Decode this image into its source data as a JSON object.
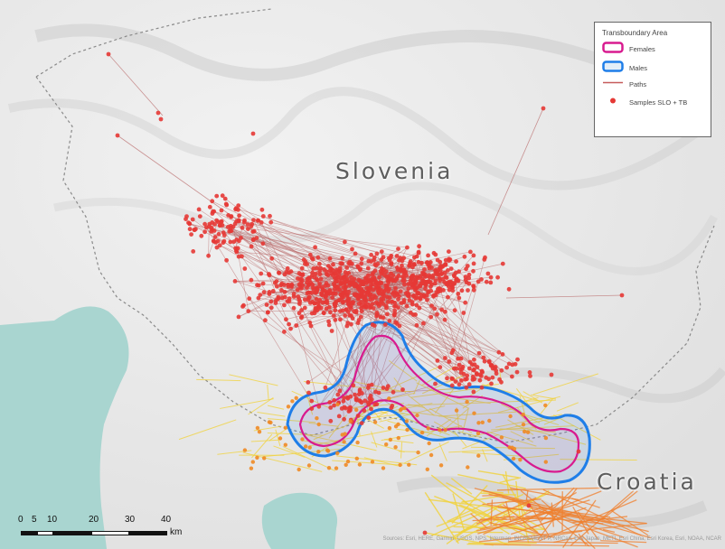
{
  "map": {
    "countries": {
      "slovenia": "Slovenia",
      "croatia": "Croatia"
    },
    "legend": {
      "title": "Transboundary Area",
      "items": [
        {
          "label": "Females",
          "symbol": "polygon",
          "color": "#d81b8f"
        },
        {
          "label": "Males",
          "symbol": "polygon",
          "color": "#1f7ee8"
        },
        {
          "label": "Paths",
          "symbol": "line",
          "color": "#c65b5b"
        },
        {
          "label": "Samples SLO + TB",
          "symbol": "point",
          "color": "#e53935"
        }
      ]
    },
    "scale": {
      "ticks": [
        "0",
        "5",
        "10",
        "20",
        "30",
        "40"
      ],
      "unit": "km"
    },
    "attribution": "Sources: Esri, HERE, Garmin, USGS, NPS, Intermap, INCREMENT P, NRCan, Esri Japan, METI, Esri China, Esri Korea, Esri, NOAA, NCAR",
    "colors": {
      "sample_points": "#e53935",
      "female_area": "#d81b8f",
      "male_area": "#1f7ee8",
      "yellow_paths": "#f1d23a",
      "orange_paths": "#f07f2c",
      "water": "#a9d5d0",
      "terrain": "#e8e8e8"
    }
  }
}
